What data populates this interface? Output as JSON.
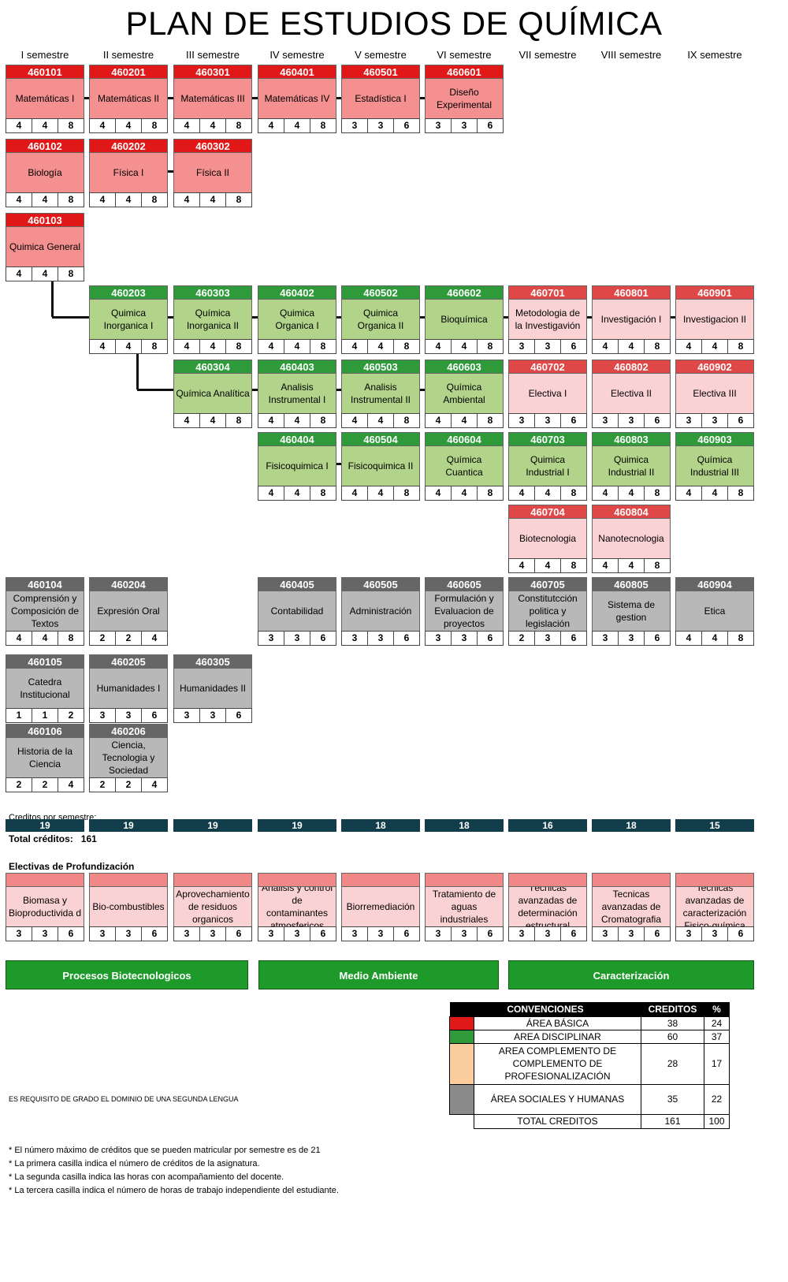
{
  "title": "PLAN DE ESTUDIOS DE QUÍMICA",
  "semesters": [
    "I semestre",
    "II semestre",
    "III semestre",
    "IV semestre",
    "V semestre",
    "VI semestre",
    "VII semestre",
    "VIII semestre",
    "IX semestre"
  ],
  "courses": [
    {
      "code": "460101",
      "name": "Matemáticas I",
      "cr": "4",
      "hd": "4",
      "hi": "8",
      "area": "basic"
    },
    {
      "code": "460201",
      "name": "Matemáticas II",
      "cr": "4",
      "hd": "4",
      "hi": "8",
      "area": "basic"
    },
    {
      "code": "460301",
      "name": "Matemáticas III",
      "cr": "4",
      "hd": "4",
      "hi": "8",
      "area": "basic"
    },
    {
      "code": "460401",
      "name": "Matemáticas IV",
      "cr": "4",
      "hd": "4",
      "hi": "8",
      "area": "basic"
    },
    {
      "code": "460501",
      "name": "Estadística I",
      "cr": "3",
      "hd": "3",
      "hi": "6",
      "area": "basic"
    },
    {
      "code": "460601",
      "name": "Diseño Experimental",
      "cr": "3",
      "hd": "3",
      "hi": "6",
      "area": "basic"
    },
    {
      "code": "460102",
      "name": "Biología",
      "cr": "4",
      "hd": "4",
      "hi": "8",
      "area": "basic"
    },
    {
      "code": "460202",
      "name": "Física I",
      "cr": "4",
      "hd": "4",
      "hi": "8",
      "area": "basic"
    },
    {
      "code": "460302",
      "name": "Física II",
      "cr": "4",
      "hd": "4",
      "hi": "8",
      "area": "basic"
    },
    {
      "code": "460103",
      "name": "Quimica General",
      "cr": "4",
      "hd": "4",
      "hi": "8",
      "area": "basic"
    },
    {
      "code": "460203",
      "name": "Quimica Inorganica I",
      "cr": "4",
      "hd": "4",
      "hi": "8",
      "area": "disc"
    },
    {
      "code": "460303",
      "name": "Química Inorganica II",
      "cr": "4",
      "hd": "4",
      "hi": "8",
      "area": "disc"
    },
    {
      "code": "460402",
      "name": "Quimica Organica I",
      "cr": "4",
      "hd": "4",
      "hi": "8",
      "area": "disc"
    },
    {
      "code": "460502",
      "name": "Quimica Organica II",
      "cr": "4",
      "hd": "4",
      "hi": "8",
      "area": "disc"
    },
    {
      "code": "460602",
      "name": "Bioquímica",
      "cr": "4",
      "hd": "4",
      "hi": "8",
      "area": "disc"
    },
    {
      "code": "460701",
      "name": "Metodologia de la Investigavión",
      "cr": "3",
      "hd": "3",
      "hi": "6",
      "area": "prof"
    },
    {
      "code": "460801",
      "name": "Investigación I",
      "cr": "4",
      "hd": "4",
      "hi": "8",
      "area": "prof"
    },
    {
      "code": "460901",
      "name": "Investigacion II",
      "cr": "4",
      "hd": "4",
      "hi": "8",
      "area": "prof"
    },
    {
      "code": "460304",
      "name": "Química Analítica",
      "cr": "4",
      "hd": "4",
      "hi": "8",
      "area": "disc"
    },
    {
      "code": "460403",
      "name": "Analisis Instrumental I",
      "cr": "4",
      "hd": "4",
      "hi": "8",
      "area": "disc"
    },
    {
      "code": "460503",
      "name": "Analisis Instrumental II",
      "cr": "4",
      "hd": "4",
      "hi": "8",
      "area": "disc"
    },
    {
      "code": "460603",
      "name": "Química Ambiental",
      "cr": "4",
      "hd": "4",
      "hi": "8",
      "area": "disc"
    },
    {
      "code": "460702",
      "name": "Electiva I",
      "cr": "3",
      "hd": "3",
      "hi": "6",
      "area": "prof"
    },
    {
      "code": "460802",
      "name": "Electiva II",
      "cr": "3",
      "hd": "3",
      "hi": "6",
      "area": "prof"
    },
    {
      "code": "460902",
      "name": "Electiva III",
      "cr": "3",
      "hd": "3",
      "hi": "6",
      "area": "prof"
    },
    {
      "code": "460404",
      "name": "Fisicoquimica I",
      "cr": "4",
      "hd": "4",
      "hi": "8",
      "area": "disc"
    },
    {
      "code": "460504",
      "name": "Fisicoquimica II",
      "cr": "4",
      "hd": "4",
      "hi": "8",
      "area": "disc"
    },
    {
      "code": "460604",
      "name": "Química Cuantica",
      "cr": "4",
      "hd": "4",
      "hi": "8",
      "area": "disc"
    },
    {
      "code": "460703",
      "name": "Quimica Industrial I",
      "cr": "4",
      "hd": "4",
      "hi": "8",
      "area": "disc"
    },
    {
      "code": "460803",
      "name": "Quimica Industrial II",
      "cr": "4",
      "hd": "4",
      "hi": "8",
      "area": "disc"
    },
    {
      "code": "460903",
      "name": "Química Industrial III",
      "cr": "4",
      "hd": "4",
      "hi": "8",
      "area": "disc"
    },
    {
      "code": "460704",
      "name": "Biotecnologia",
      "cr": "4",
      "hd": "4",
      "hi": "8",
      "area": "prof"
    },
    {
      "code": "460804",
      "name": "Nanotecnologia",
      "cr": "4",
      "hd": "4",
      "hi": "8",
      "area": "prof"
    },
    {
      "code": "460104",
      "name": "Comprensión y Composición de Textos",
      "cr": "4",
      "hd": "4",
      "hi": "8",
      "area": "soc"
    },
    {
      "code": "460204",
      "name": "Expresión Oral",
      "cr": "2",
      "hd": "2",
      "hi": "4",
      "area": "soc"
    },
    {
      "code": "460405",
      "name": "Contabilidad",
      "cr": "3",
      "hd": "3",
      "hi": "6",
      "area": "soc"
    },
    {
      "code": "460505",
      "name": "Administración",
      "cr": "3",
      "hd": "3",
      "hi": "6",
      "area": "soc"
    },
    {
      "code": "460605",
      "name": "Formulación y Evaluacion de proyectos",
      "cr": "3",
      "hd": "3",
      "hi": "6",
      "area": "soc"
    },
    {
      "code": "460705",
      "name": "Constitutcción politica y legislación",
      "cr": "2",
      "hd": "3",
      "hi": "6",
      "area": "soc"
    },
    {
      "code": "460805",
      "name": "Sistema de gestion",
      "cr": "3",
      "hd": "3",
      "hi": "6",
      "area": "soc"
    },
    {
      "code": "460904",
      "name": "Etica",
      "cr": "4",
      "hd": "4",
      "hi": "8",
      "area": "soc"
    },
    {
      "code": "460105",
      "name": "Catedra Institucional",
      "cr": "1",
      "hd": "1",
      "hi": "2",
      "area": "soc"
    },
    {
      "code": "460205",
      "name": "Humanidades I",
      "cr": "3",
      "hd": "3",
      "hi": "6",
      "area": "soc"
    },
    {
      "code": "460305",
      "name": "Humanidades II",
      "cr": "3",
      "hd": "3",
      "hi": "6",
      "area": "soc"
    },
    {
      "code": "460106",
      "name": "Historia de la Ciencia",
      "cr": "2",
      "hd": "2",
      "hi": "4",
      "area": "soc"
    },
    {
      "code": "460206",
      "name": "Ciencia, Tecnologia y Sociedad",
      "cr": "2",
      "hd": "2",
      "hi": "4",
      "area": "soc"
    }
  ],
  "credits_label": "Creditos por semestre:",
  "credits_per_semester": [
    "19",
    "19",
    "19",
    "19",
    "18",
    "18",
    "16",
    "18",
    "15"
  ],
  "total_label": "Total créditos:",
  "total_value": "161",
  "electives_title": "Electivas de Profundización",
  "electives": [
    {
      "code": "",
      "name": "Biomasa y Bioproductivida d",
      "cr": "3",
      "hd": "3",
      "hi": "6",
      "area": "elec"
    },
    {
      "code": "",
      "name": "Bio-combustibles",
      "cr": "3",
      "hd": "3",
      "hi": "6",
      "area": "elec"
    },
    {
      "code": "",
      "name": "Aprovechamiento de residuos organicos",
      "cr": "3",
      "hd": "3",
      "hi": "6",
      "area": "elec"
    },
    {
      "code": "",
      "name": "Analisis y control de contaminantes atmosfericos",
      "cr": "3",
      "hd": "3",
      "hi": "6",
      "area": "elec"
    },
    {
      "code": "",
      "name": "Biorremediación",
      "cr": "3",
      "hd": "3",
      "hi": "6",
      "area": "elec"
    },
    {
      "code": "",
      "name": "Tratamiento de aguas industriales",
      "cr": "3",
      "hd": "3",
      "hi": "6",
      "area": "elec"
    },
    {
      "code": "",
      "name": "Técnicas avanzadas de determinación estructural",
      "cr": "3",
      "hd": "3",
      "hi": "6",
      "area": "elec"
    },
    {
      "code": "",
      "name": "Tecnicas avanzadas de Cromatografia",
      "cr": "3",
      "hd": "3",
      "hi": "6",
      "area": "elec"
    },
    {
      "code": "",
      "name": "Tecnicas avanzadas de caracterización Fisico-química",
      "cr": "3",
      "hd": "3",
      "hi": "6",
      "area": "elec"
    }
  ],
  "tracks": [
    "Procesos Biotecnologicos",
    "Medio Ambiente",
    "Caracterización"
  ],
  "conventions": {
    "headers": [
      "CONVENCIONES",
      "CREDITOS",
      "%"
    ],
    "rows": [
      {
        "label": "ÁREA BÁSICA",
        "credits": "38",
        "pct": "24",
        "color": "#e01818"
      },
      {
        "label": "AREA DISCIPLINAR",
        "credits": "60",
        "pct": "37",
        "color": "#2f9a3a"
      },
      {
        "label": "AREA COMPLEMENTO DE COMPLEMENTO DE PROFESIONALIZACIÓN",
        "credits": "28",
        "pct": "17",
        "color": "#fbcc9c"
      },
      {
        "label": "ÁREA SOCIALES Y HUMANAS",
        "credits": "35",
        "pct": "22",
        "color": "#8a8a8a"
      }
    ],
    "total": {
      "label": "TOTAL CREDITOS",
      "credits": "161",
      "pct": "100"
    }
  },
  "requirement": "ES REQUISITO DE GRADO EL DOMINIO DE UNA SEGUNDA LENGUA",
  "notes": [
    "* El número máximo de créditos que se pueden matricular por semestre es de 21",
    "* La primera casilla indica el número de créditos de la asignatura.",
    "* La segunda casilla indica las horas con acompañamiento del docente.",
    "* La tercera casilla indica el número de horas de trabajo independiente del estudiante."
  ]
}
